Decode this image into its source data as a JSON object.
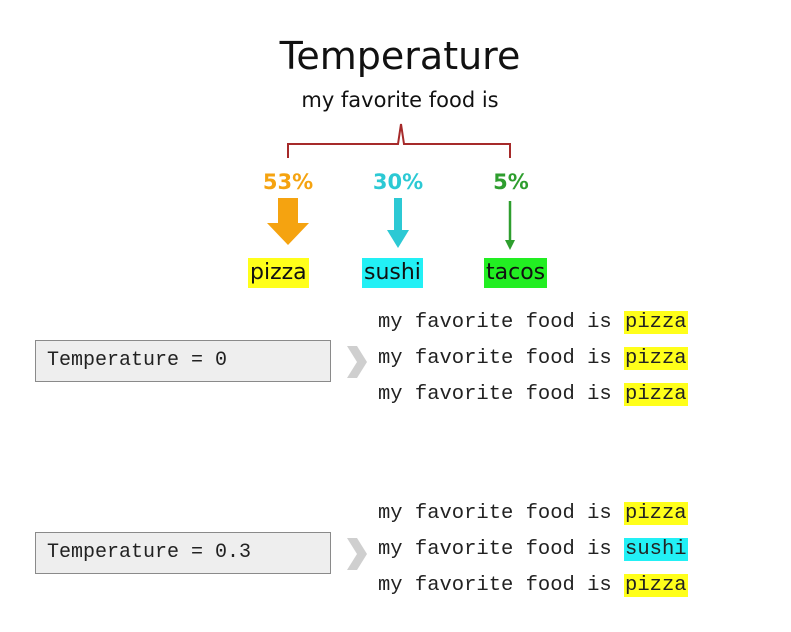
{
  "title": "Temperature",
  "subtitle": "my favorite food is",
  "predictions": [
    {
      "token": "pizza",
      "probability": "53%",
      "color": "#f5a310",
      "token_bg": "#ffff1a"
    },
    {
      "token": "sushi",
      "probability": "30%",
      "color": "#2cc9d4",
      "token_bg": "#22f0f5"
    },
    {
      "token": "tacos",
      "probability": "5%",
      "color": "#2e9e2e",
      "token_bg": "#22ee22"
    }
  ],
  "examples": [
    {
      "label": "Temperature = 0",
      "outputs": [
        {
          "prefix": "my favorite food is ",
          "token": "pizza"
        },
        {
          "prefix": "my favorite food is ",
          "token": "pizza"
        },
        {
          "prefix": "my favorite food is ",
          "token": "pizza"
        }
      ]
    },
    {
      "label": "Temperature = 0.3",
      "outputs": [
        {
          "prefix": "my favorite food is ",
          "token": "pizza"
        },
        {
          "prefix": "my favorite food is ",
          "token": "sushi"
        },
        {
          "prefix": "my favorite food is ",
          "token": "pizza"
        }
      ]
    }
  ],
  "colors": {
    "brace": "#a62a2a",
    "chevron": "#cfcfcf"
  }
}
